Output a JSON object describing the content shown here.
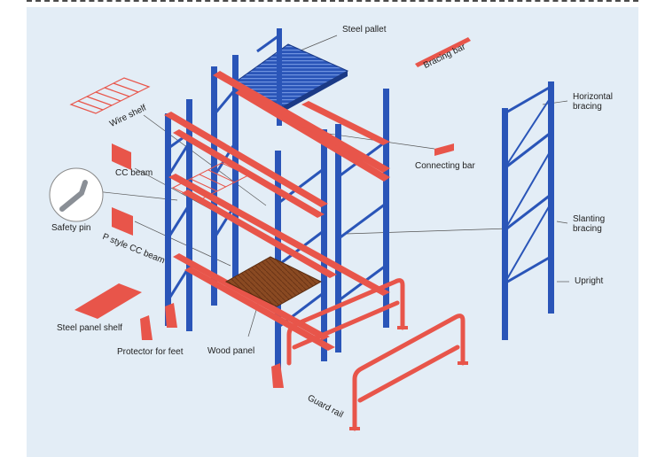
{
  "labels": {
    "steel_pallet": "Steel pallet",
    "bracing_bar": "Bracing bar",
    "wire_shelf": "Wire shelf",
    "horizontal_bracing_1": "Horizontal",
    "horizontal_bracing_2": "bracing",
    "cc_beam": "CC beam",
    "connecting_bar": "Connecting bar",
    "safety_pin": "Safety pin",
    "slanting_bracing_1": "Slanting",
    "slanting_bracing_2": "bracing",
    "p_style_cc_beam": "P style CC beam",
    "upright": "Upright",
    "steel_panel_shelf": "Steel panel shelf",
    "protector_for_feet": "Protector for feet",
    "wood_panel": "Wood panel",
    "guard_rail": "Guard rail"
  },
  "colors": {
    "upright_blue": "#2a55b8",
    "beam_red": "#e8554a",
    "wood_brown": "#8a4a22",
    "background": "#e3edf6"
  }
}
